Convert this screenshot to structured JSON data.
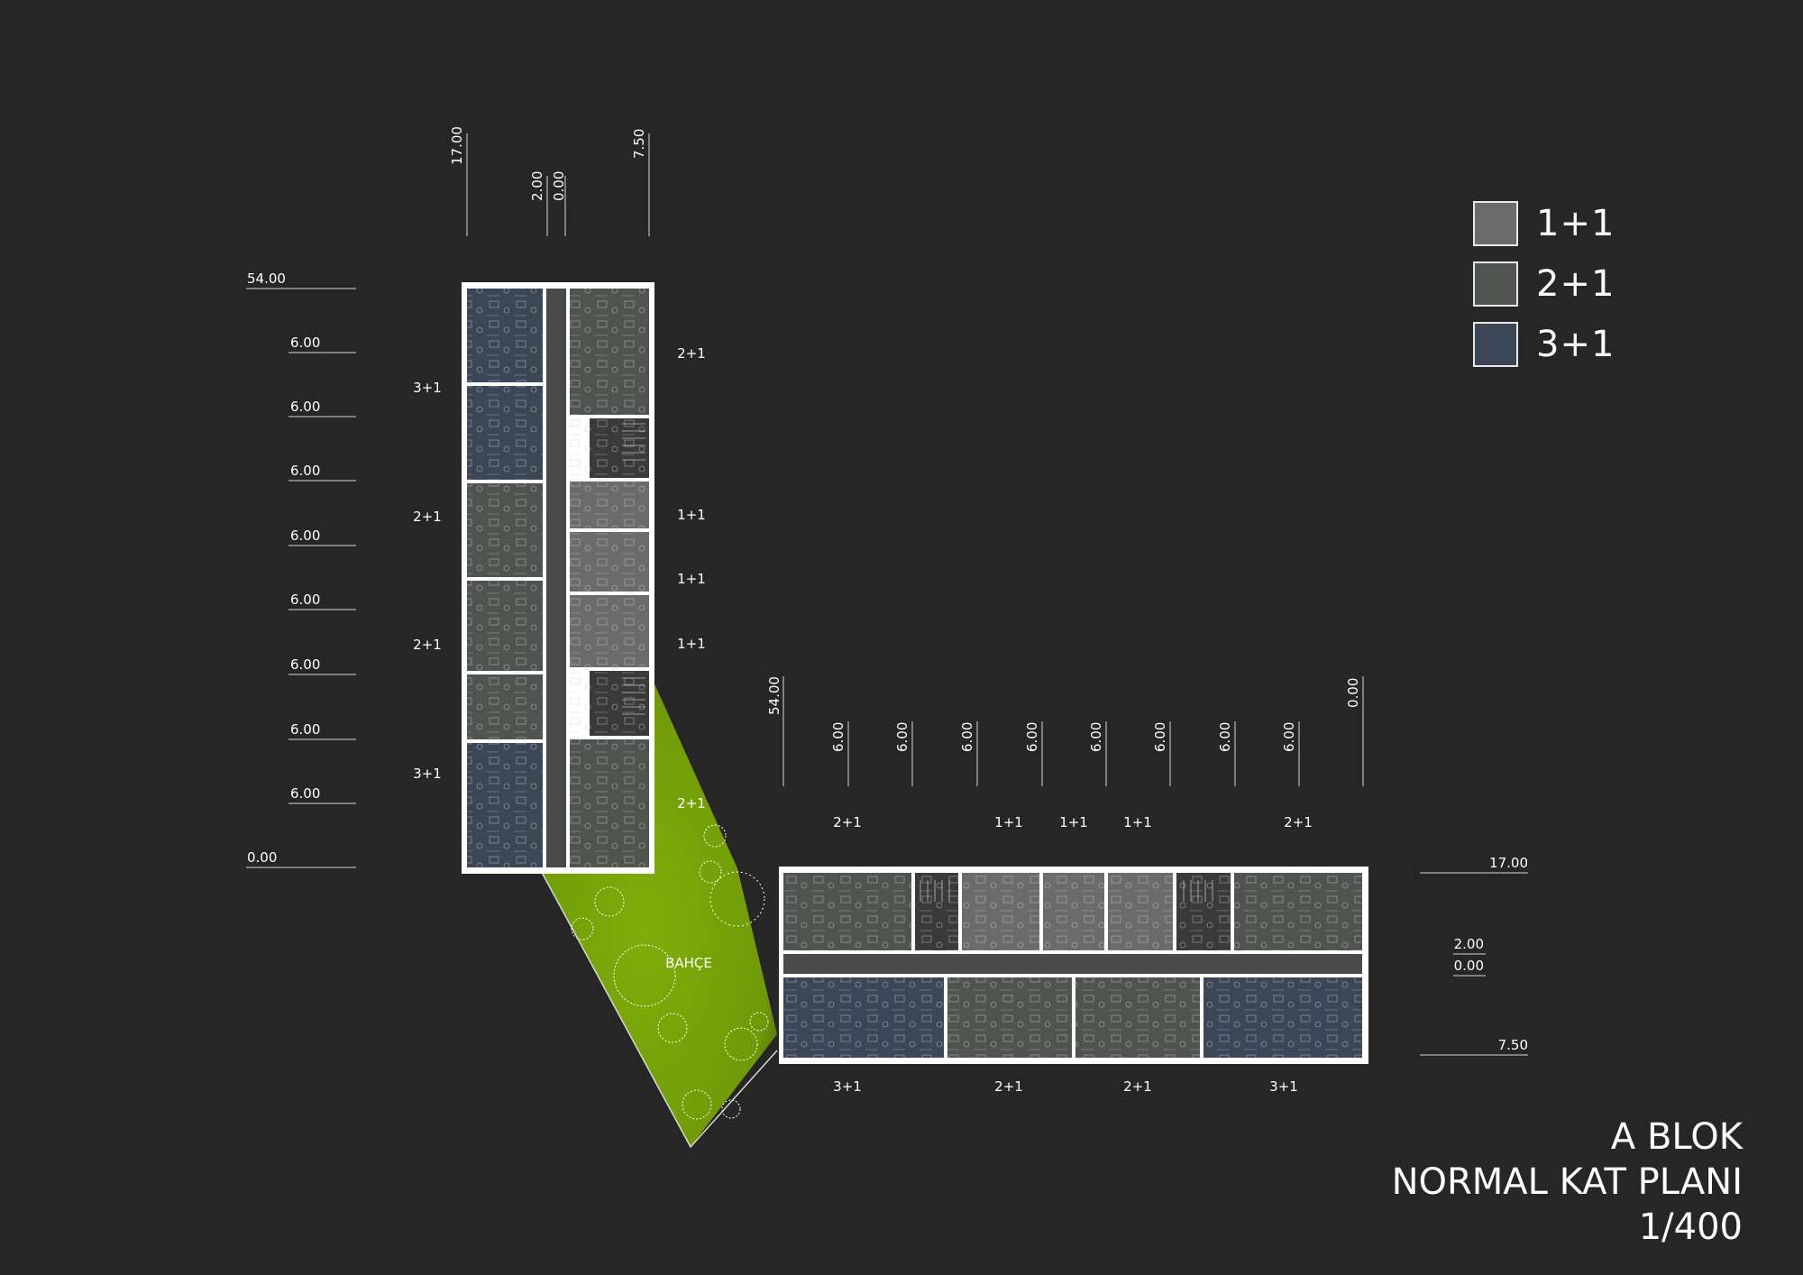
{
  "legend": [
    {
      "label": "1+1",
      "color": "#6b6b6b"
    },
    {
      "label": "2+1",
      "color": "#505450"
    },
    {
      "label": "3+1",
      "color": "#3b4656"
    }
  ],
  "title": {
    "line1": "A BLOK",
    "line2": "NORMAL KAT PLANI",
    "line3": "1/400"
  },
  "garden_label": "BAHÇE",
  "colors": {
    "background": "#262626",
    "unit_1_1": "#6b6b6b",
    "unit_2_1": "#505450",
    "unit_3_1": "#3b4656",
    "corridor": "#4a4a4a",
    "garden": "#7aa30f",
    "walls": "#ffffff"
  },
  "dimensions": {
    "left_vertical": [
      "54.00",
      "6.00",
      "6.00",
      "6.00",
      "6.00",
      "6.00",
      "6.00",
      "6.00",
      "6.00",
      "0.00"
    ],
    "top_vertical_block": [
      "17.00",
      "2.00",
      "0.00",
      "7.50"
    ],
    "horizontal_block_top": [
      "54.00",
      "6.00",
      "6.00",
      "6.00",
      "6.00",
      "6.00",
      "6.00",
      "6.00",
      "6.00",
      "0.00"
    ],
    "right_horizontal_block": [
      "17.00",
      "2.00",
      "0.00",
      "7.50"
    ]
  },
  "vertical_block_labels": {
    "left": [
      "3+1",
      "2+1",
      "2+1",
      "3+1"
    ],
    "right": [
      "2+1",
      "1+1",
      "1+1",
      "1+1",
      "2+1"
    ]
  },
  "horizontal_block_labels": {
    "top": [
      "2+1",
      "1+1",
      "1+1",
      "1+1",
      "2+1"
    ],
    "bottom": [
      "3+1",
      "2+1",
      "2+1",
      "3+1"
    ]
  }
}
